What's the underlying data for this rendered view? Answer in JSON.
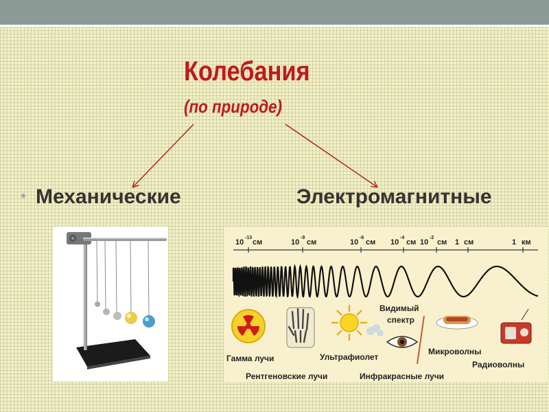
{
  "title": "Колебания",
  "subtitle": "(по природе)",
  "branches": {
    "left": "Механические",
    "right": "Электромагнитные"
  },
  "colors": {
    "title": "#c0191e",
    "arrows": "#b01c1c",
    "header_bar": "#8c9a96"
  },
  "spectrum": {
    "scale": [
      {
        "base": "10",
        "exp": "-13",
        "unit": "см"
      },
      {
        "base": "10",
        "exp": "-9",
        "unit": "см"
      },
      {
        "base": "10",
        "exp": "-6",
        "unit": "см"
      },
      {
        "base": "10",
        "exp": "-4",
        "unit": "см"
      },
      {
        "base": "10",
        "exp": "-2",
        "unit": "см"
      },
      {
        "base": "1",
        "exp": "",
        "unit": "см"
      },
      {
        "base": "1",
        "exp": "",
        "unit": "км"
      }
    ],
    "labels": {
      "gamma": "Гамма лучи",
      "xray": "Рентгеновские лучи",
      "uv": "Ультрафиолет",
      "visible_line1": "Видимый",
      "visible_line2": "спектр",
      "infrared": "Инфракрасные лучи",
      "microwave": "Микроволны",
      "radio": "Радиоволны"
    }
  }
}
